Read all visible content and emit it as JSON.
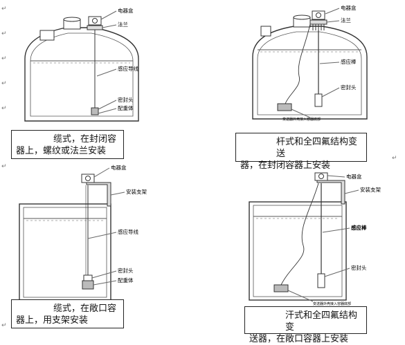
{
  "labels": {
    "electrical_box": "电器盒",
    "flange": "法兰",
    "sensing_wire": "感应导线",
    "sealing_head": "密封头",
    "counterweight": "配重体",
    "sensing_rod": "感应棒",
    "install_bracket": "安装支架",
    "transmitter_note": "变送器外壳接入容器底部"
  },
  "captions": {
    "p1": {
      "line1": "缆式，在封闭容",
      "line2": "器上，螺纹或法兰安装"
    },
    "p2": {
      "line1": "杆式和全四氟结构变送",
      "line2": "器，在封闭容器上安装"
    },
    "p3": {
      "line1": "缆式，在敞口容",
      "line2": "器上，用支架安装"
    },
    "p4": {
      "line1": "汗式和全四氟结构变",
      "line2": "送器，在敞口容器上安装"
    }
  },
  "paragraph_mark": "↵"
}
